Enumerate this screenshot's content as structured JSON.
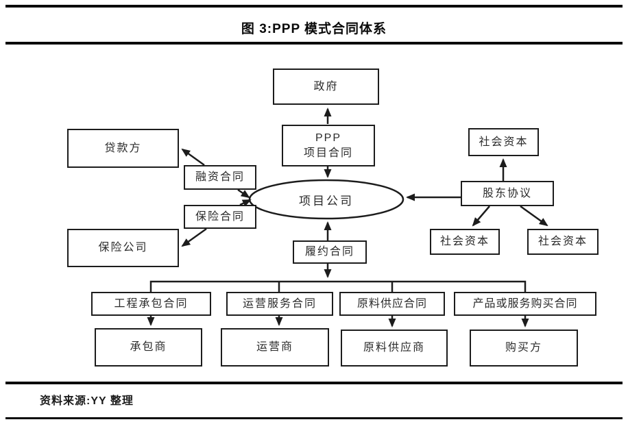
{
  "header": {
    "title": "图 3:PPP 模式合同体系"
  },
  "footer": {
    "source": "资料来源:YY 整理"
  },
  "diagram": {
    "type": "flowchart",
    "colors": {
      "line": "#1c1c1c",
      "background": "#ffffff"
    },
    "nodes": {
      "government": "政府",
      "ppp_contract_line1": "PPP",
      "ppp_contract_line2": "项目合同",
      "project_company": "项目公司",
      "lender": "贷款方",
      "financing_contract": "融资合同",
      "insurance_contract": "保险合同",
      "insurance_company": "保险公司",
      "social_capital_top": "社会资本",
      "shareholder_agreement": "股东协议",
      "social_capital_left": "社会资本",
      "social_capital_right": "社会资本",
      "performance_contract": "履约合同",
      "construction_contract": "工程承包合同",
      "operation_service_contract": "运营服务合同",
      "material_supply_contract": "原料供应合同",
      "product_service_purchase_contract": "产品或服务购买合同",
      "contractor": "承包商",
      "operator": "运营商",
      "material_supplier": "原料供应商",
      "buyer": "购买方"
    },
    "edges": [
      "PPP项目合同 → 政府",
      "PPP项目合同 → 项目公司",
      "融资合同 → 贷款方",
      "融资合同 → 项目公司",
      "保险合同 → 项目公司",
      "保险合同 → 保险公司",
      "股东协议 → 项目公司",
      "股东协议 → 社会资本(上)",
      "股东协议 → 社会资本(左)",
      "股东协议 → 社会资本(右)",
      "履约合同 → 项目公司",
      "履约合同 → 分支连接线",
      "工程承包合同 → 承包商",
      "运营服务合同 → 运营商",
      "原料供应合同 → 原料供应商",
      "产品或服务购买合同 → 购买方"
    ]
  }
}
